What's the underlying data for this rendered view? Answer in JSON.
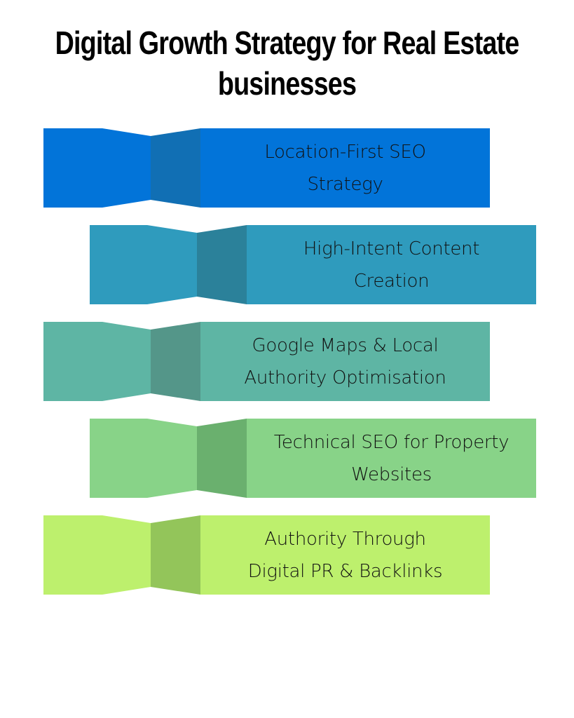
{
  "title": {
    "line1": "Digital Growth Strategy for Real Estate",
    "line2": "businesses"
  },
  "steps": [
    {
      "label": "Location-First SEO Strategy",
      "line1": "Location-First SEO",
      "line2": "Strategy",
      "color": "#0274D9",
      "fold_color": "#116FB4"
    },
    {
      "label": "High-Intent Content Creation",
      "line1": "High-Intent Content",
      "line2": "Creation",
      "color": "#2F9BBD",
      "fold_color": "#2B819A"
    },
    {
      "label": "Google Maps & Local Authority Optimisation",
      "line1": "Google Maps & Local",
      "line2": "Authority Optimisation",
      "color": "#5EB5A4",
      "fold_color": "#549689"
    },
    {
      "label": "Technical SEO for Property Websites",
      "line1": "Technical SEO for Property",
      "line2": "Websites",
      "color": "#88D388",
      "fold_color": "#6AB06E"
    },
    {
      "label": "Authority Through Digital PR & Backlinks",
      "line1": "Authority Through",
      "line2": "Digital PR & Backlinks",
      "color": "#BDF06D",
      "fold_color": "#93C55A"
    }
  ]
}
